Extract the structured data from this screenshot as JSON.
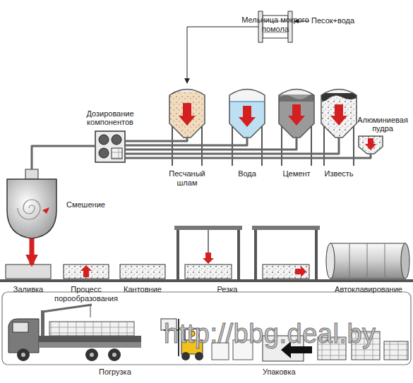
{
  "diagram": {
    "nodes": [
      {
        "text": [
          "Мельница мокрого помола"
        ]
      },
      {
        "text": [
          "Дозирование компонентов"
        ]
      },
      {
        "text": [
          "Песчаный шлам"
        ]
      },
      {
        "text": [
          "Вода"
        ]
      },
      {
        "text": [
          "Цемент"
        ]
      },
      {
        "text": [
          "Известь"
        ]
      },
      {
        "text": [
          "Алюминиевая пудра"
        ]
      },
      {
        "text": [
          "Смешение"
        ]
      },
      {
        "text": [
          "Заливка"
        ]
      },
      {
        "text": [
          "Процесс порообразования"
        ]
      },
      {
        "text": [
          "Кантовние"
        ]
      },
      {
        "text": [
          "Резка"
        ]
      },
      {
        "text": [
          "Автоклавирование"
        ]
      }
    ],
    "edges": [
      {
        "from": 0,
        "to": 2,
        "arrow": "to"
      },
      {
        "from": 2,
        "to": 1,
        "arrow": "none"
      },
      {
        "from": 3,
        "to": 1,
        "arrow": "none"
      },
      {
        "from": 4,
        "to": 1,
        "arrow": "none"
      },
      {
        "from": 5,
        "to": 1,
        "arrow": "none"
      },
      {
        "from": 6,
        "to": 1,
        "arrow": "none"
      },
      {
        "from": 1,
        "to": 7,
        "arrow": "none"
      },
      {
        "from": 7,
        "to": 8,
        "arrow": "to"
      }
    ],
    "labels": [
      "Песок+вода",
      "Погрузка",
      "Упаковка",
      "http://bbg.deal.by"
    ]
  }
}
